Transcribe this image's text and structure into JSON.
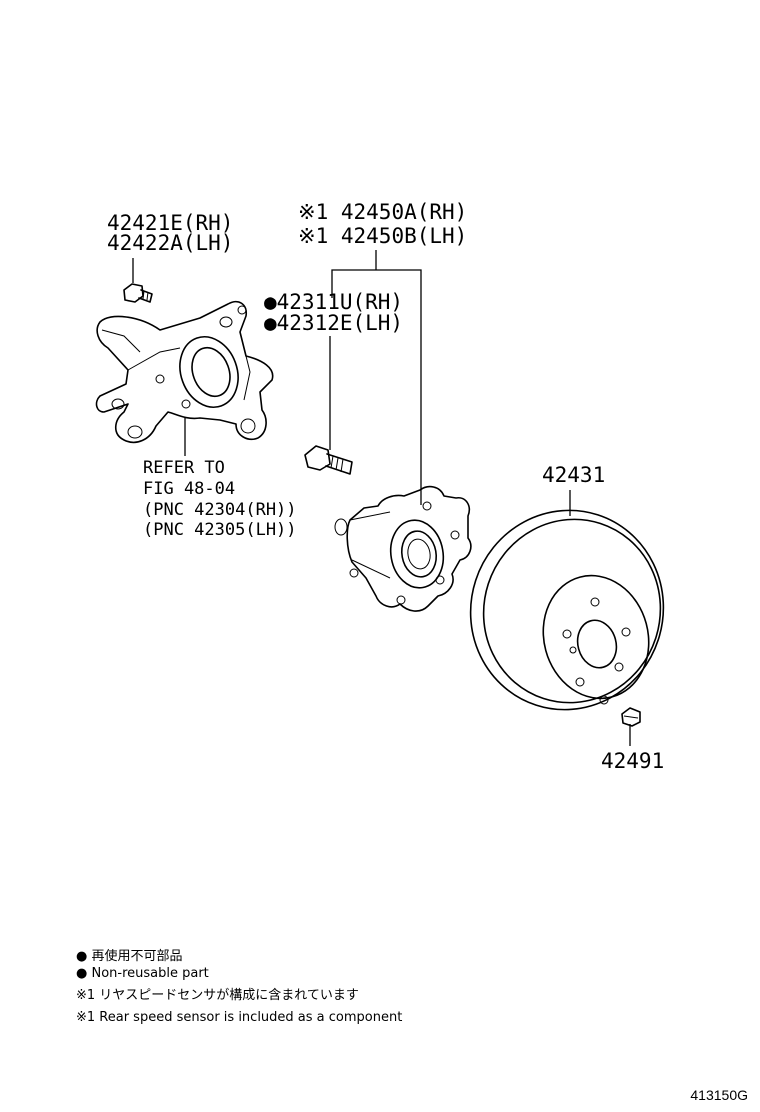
{
  "callouts": {
    "knuckle_bolt_rh": "42421E(RH)",
    "knuckle_bolt_lh": "42422A(LH)",
    "hub_rh": "※1 42450A(RH)",
    "hub_lh": "※1 42450B(LH)",
    "hub_bolt_rh": "●42311U(RH)",
    "hub_bolt_lh": "●42312E(LH)",
    "refer_1": "REFER TO",
    "refer_2": "FIG 48-04",
    "refer_3": "(PNC 42304(RH))",
    "refer_4": "(PNC 42305(LH))",
    "disc": "42431",
    "disc_screw": "42491"
  },
  "legend": {
    "line1": "● 再使用不可部品",
    "line2": "● Non-reusable part",
    "line3": "※1 リヤスピードセンサが構成に含まれています",
    "line4": "※1 Rear speed sensor is included as a component"
  },
  "figure_id": "413150G"
}
